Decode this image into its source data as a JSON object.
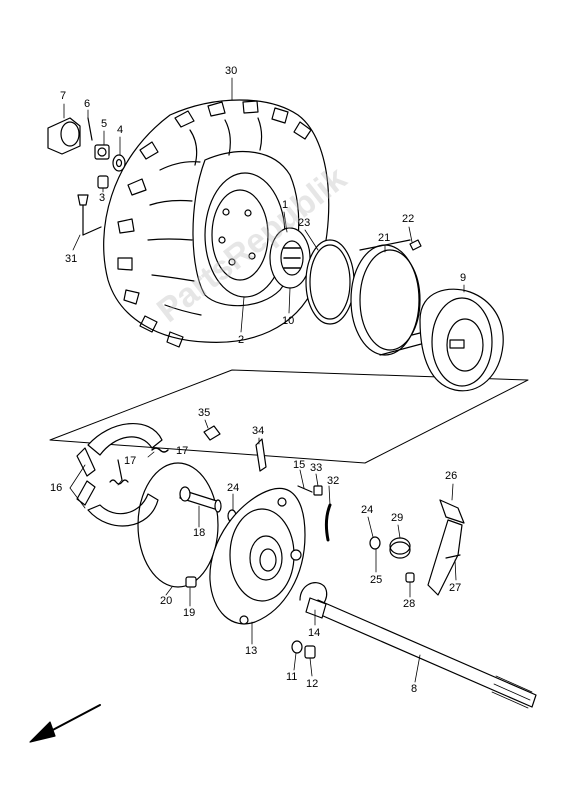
{
  "diagram": {
    "watermark": "PartsRepublik",
    "callouts": [
      {
        "id": "p30",
        "label": "30"
      },
      {
        "id": "p7",
        "label": "7"
      },
      {
        "id": "p6",
        "label": "6"
      },
      {
        "id": "p5",
        "label": "5"
      },
      {
        "id": "p4",
        "label": "4"
      },
      {
        "id": "p3",
        "label": "3"
      },
      {
        "id": "p31",
        "label": "31"
      },
      {
        "id": "p1",
        "label": "1"
      },
      {
        "id": "p2",
        "label": "2"
      },
      {
        "id": "p10",
        "label": "10"
      },
      {
        "id": "p23",
        "label": "23"
      },
      {
        "id": "p22",
        "label": "22"
      },
      {
        "id": "p21",
        "label": "21"
      },
      {
        "id": "p9",
        "label": "9"
      },
      {
        "id": "p35",
        "label": "35"
      },
      {
        "id": "p34",
        "label": "34"
      },
      {
        "id": "p17a",
        "label": "17"
      },
      {
        "id": "p17b",
        "label": "17"
      },
      {
        "id": "p16",
        "label": "16"
      },
      {
        "id": "p15",
        "label": "15"
      },
      {
        "id": "p33",
        "label": "33"
      },
      {
        "id": "p32",
        "label": "32"
      },
      {
        "id": "p24a",
        "label": "24"
      },
      {
        "id": "p18",
        "label": "18"
      },
      {
        "id": "p20",
        "label": "20"
      },
      {
        "id": "p19",
        "label": "19"
      },
      {
        "id": "p13",
        "label": "13"
      },
      {
        "id": "p14",
        "label": "14"
      },
      {
        "id": "p11",
        "label": "11"
      },
      {
        "id": "p12",
        "label": "12"
      },
      {
        "id": "p24b",
        "label": "24"
      },
      {
        "id": "p29",
        "label": "29"
      },
      {
        "id": "p25",
        "label": "25"
      },
      {
        "id": "p26",
        "label": "26"
      },
      {
        "id": "p27",
        "label": "27"
      },
      {
        "id": "p28",
        "label": "28"
      },
      {
        "id": "p8",
        "label": "8"
      }
    ]
  }
}
